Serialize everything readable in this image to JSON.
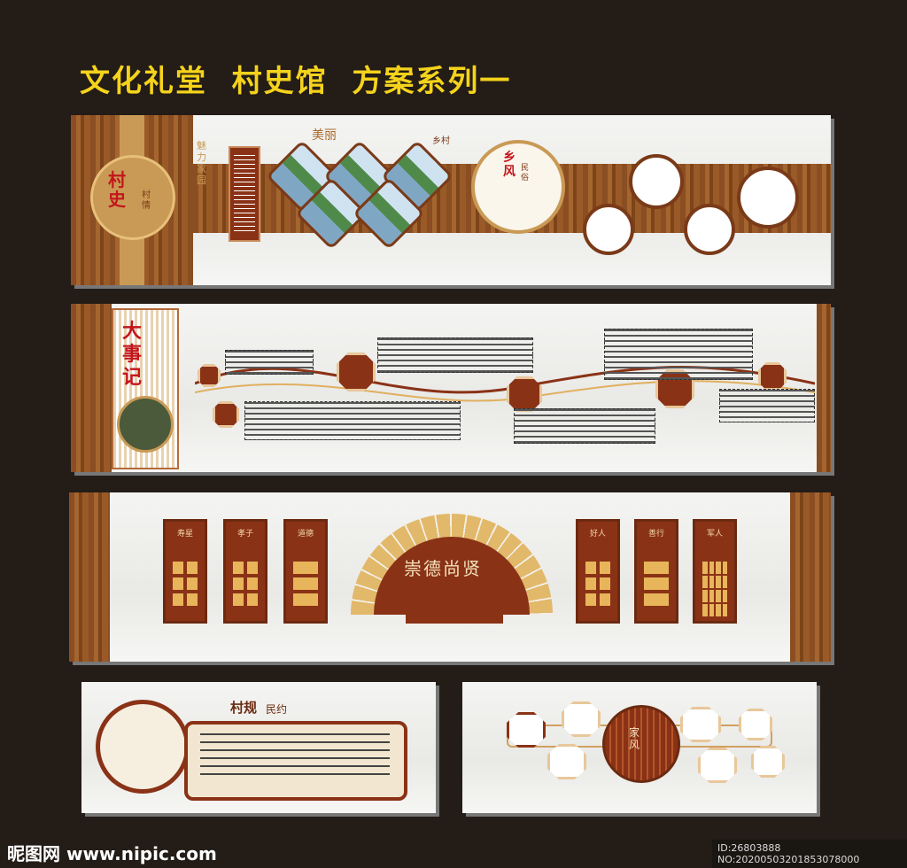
{
  "title": "文化礼堂  村史馆  方案系列一",
  "panel1": {
    "main": "村史",
    "sub": "村情",
    "slogan": "魅力家园",
    "beauty": "美丽",
    "village": "乡村",
    "custom_a": "乡风",
    "custom_b": "民俗"
  },
  "panel2": {
    "main": "大事记"
  },
  "panel3": {
    "fan": "崇德尚贤",
    "cards_left": [
      "寿星",
      "孝子",
      "道德"
    ],
    "cards_right": [
      "好人",
      "善行",
      "军人"
    ]
  },
  "panel4": {
    "title_a": "村规",
    "title_b": "民约"
  },
  "panel5": {
    "main": "家风"
  },
  "footer": {
    "site": "昵图网 www.nipic.com",
    "id": "ID:26803888 NO:20200503201853078000"
  },
  "colors": {
    "accent": "#f5d31c",
    "wood": "#9a5a28",
    "brown": "#8a3216",
    "background": "#231c17"
  }
}
